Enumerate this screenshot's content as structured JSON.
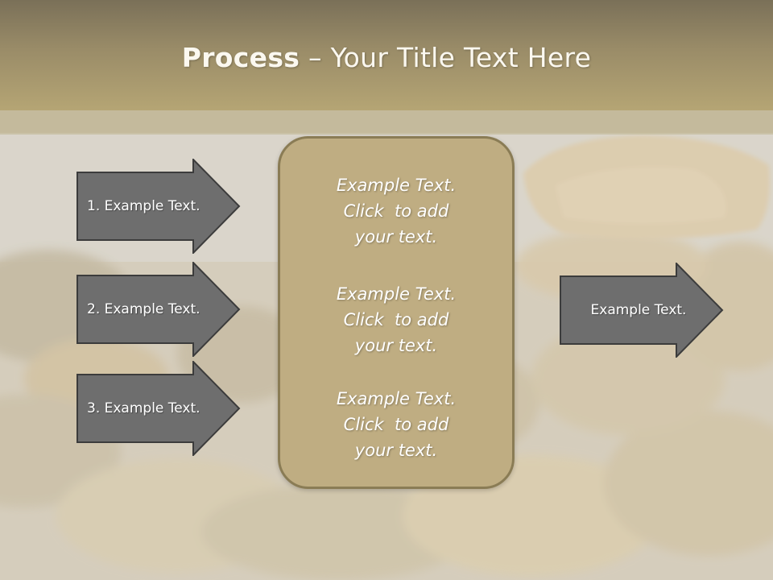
{
  "title": {
    "bold": "Process",
    "rest": " – Your Title Text Here"
  },
  "left_arrows": [
    {
      "label": "1. Example Text."
    },
    {
      "label": "2. Example Text."
    },
    {
      "label": "3. Example Text."
    }
  ],
  "center_box": {
    "blocks": [
      {
        "line1": "Example Text.",
        "line2": "Click  to add",
        "line3": "your text."
      },
      {
        "line1": "Example Text.",
        "line2": "Click  to add",
        "line3": "your text."
      },
      {
        "line1": "Example Text.",
        "line2": "Click  to add",
        "line3": "your text."
      }
    ]
  },
  "right_arrow": {
    "label": "Example Text."
  },
  "colors": {
    "title_band": "#9a8c68",
    "arrow_fill": "#6e6e6e",
    "arrow_border": "#3c3c3c",
    "center_box_fill": "#bfad82",
    "center_box_border": "#8a7c55"
  }
}
